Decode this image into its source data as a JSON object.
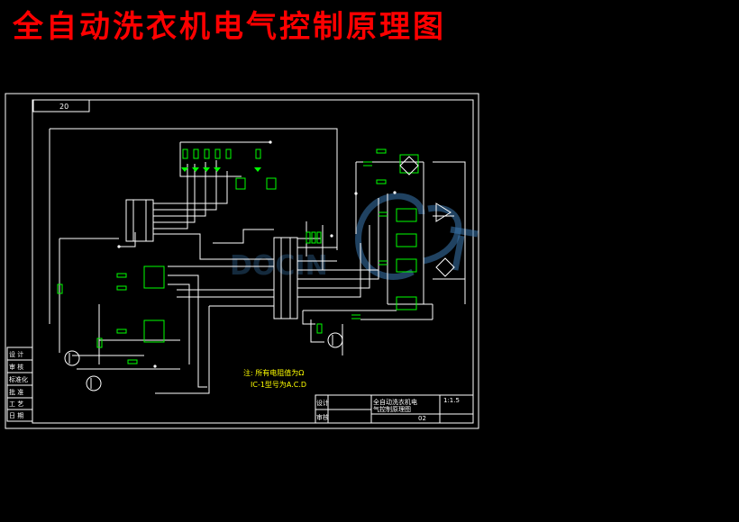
{
  "title": "全自动洗衣机电气控制原理图",
  "frame": {
    "zone_number": "20",
    "scale": "1:1.5",
    "sheet_code": "02",
    "drawing_name_line1": "全自动洗衣机电",
    "drawing_name_line2": "气控制原理图",
    "title_block_labels": [
      "设计",
      "审核"
    ],
    "left_block_rows": [
      "设 计",
      "审 核",
      "标准化",
      "批 准",
      "工 艺",
      "日 期"
    ]
  },
  "notes": {
    "line1": "注: 所有电阻值为Ω",
    "line2": "IC-1型号为A.C.D"
  },
  "colors": {
    "background": "#000000",
    "title": "#ff0000",
    "frame_lines": "#ffffff",
    "components": "#00ff00",
    "notes": "#ffff00",
    "watermark": "#3a78b0"
  }
}
